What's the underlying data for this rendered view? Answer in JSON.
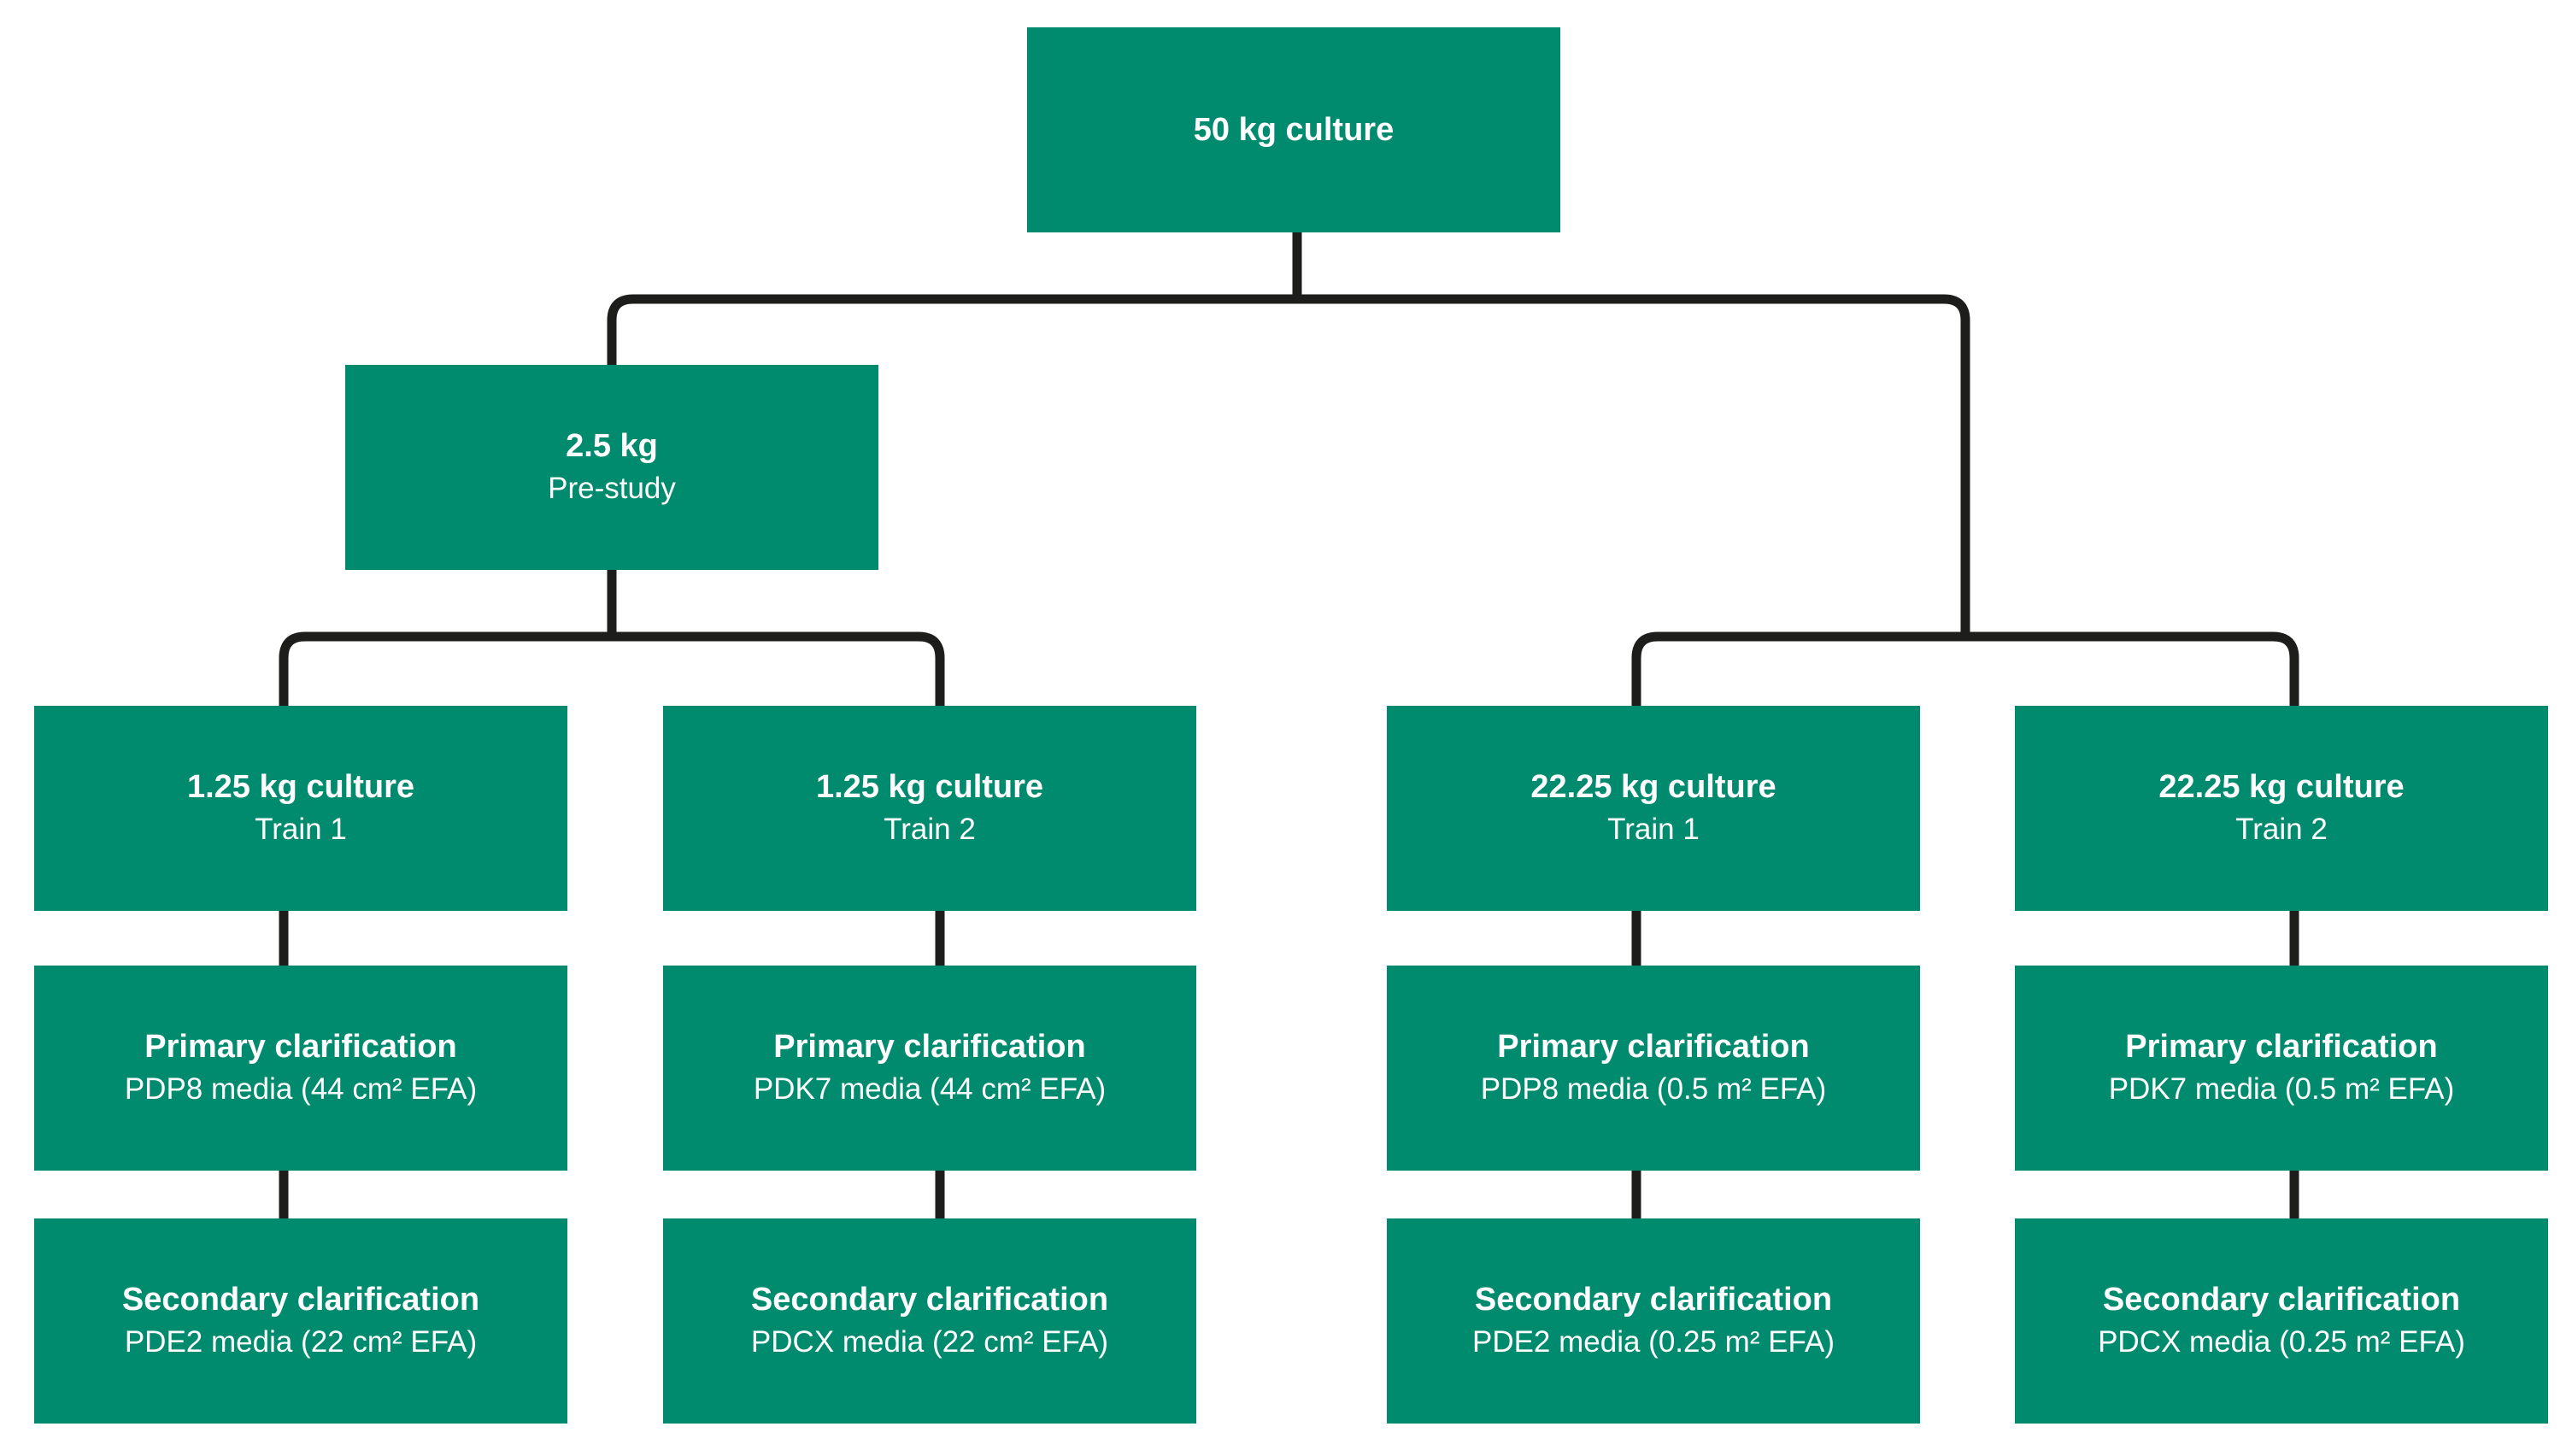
{
  "diagram": {
    "root": {
      "title": "50 kg culture"
    },
    "prestudy": {
      "title": "2.5 kg",
      "subtitle": "Pre-study"
    },
    "trains": [
      {
        "culture": {
          "title": "1.25 kg culture",
          "subtitle": "Train 1"
        },
        "primary": {
          "title": "Primary clarification",
          "subtitle": "PDP8 media (44 cm² EFA)"
        },
        "secondary": {
          "title": "Secondary clarification",
          "subtitle": "PDE2 media (22 cm² EFA)"
        }
      },
      {
        "culture": {
          "title": "1.25 kg culture",
          "subtitle": "Train 2"
        },
        "primary": {
          "title": "Primary clarification",
          "subtitle": "PDK7 media (44 cm² EFA)"
        },
        "secondary": {
          "title": "Secondary clarification",
          "subtitle": "PDCX media (22 cm² EFA)"
        }
      },
      {
        "culture": {
          "title": "22.25 kg culture",
          "subtitle": "Train 1"
        },
        "primary": {
          "title": "Primary clarification",
          "subtitle": "PDP8 media (0.5 m² EFA)"
        },
        "secondary": {
          "title": "Secondary clarification",
          "subtitle": "PDE2 media (0.25 m² EFA)"
        }
      },
      {
        "culture": {
          "title": "22.25 kg culture",
          "subtitle": "Train 2"
        },
        "primary": {
          "title": "Primary clarification",
          "subtitle": "PDK7 media (0.5 m² EFA)"
        },
        "secondary": {
          "title": "Secondary clarification",
          "subtitle": "PDCX media (0.25 m² EFA)"
        }
      }
    ]
  },
  "colors": {
    "node_fill": "#008a6e",
    "node_text": "#ffffff",
    "connector": "#1d1d1b",
    "background": "#ffffff"
  }
}
